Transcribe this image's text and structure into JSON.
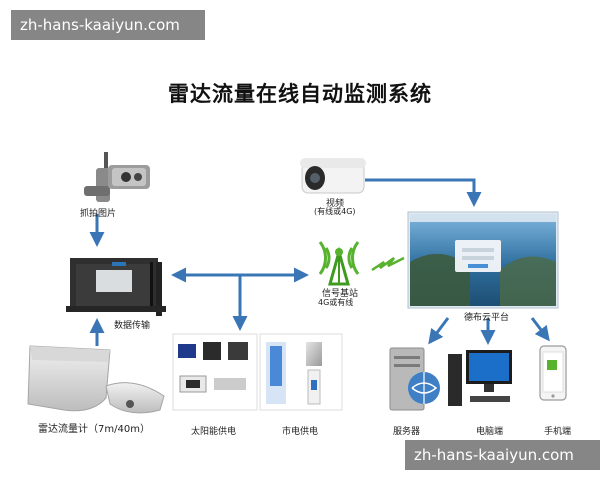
{
  "watermark_top": "zh-hans-kaaiyun.com",
  "watermark_bottom": "zh-hans-kaaiyun.com",
  "title": "雷达流量在线自动监测系统",
  "labels": {
    "capture": "抓拍图片",
    "video": "视频",
    "video_sub": "(有线或4G)",
    "data_transfer": "数据传输",
    "signal": "信号基站",
    "signal_sub": "4G或有线",
    "cloud": "德布云平台",
    "radar": "雷达流量计（7m/40m）",
    "solar": "太阳能供电",
    "mains": "市电供电",
    "server": "服务器",
    "pc": "电脑端",
    "phone": "手机端"
  },
  "colors": {
    "arrow": "#3a76b5",
    "signal": "#57b22e",
    "background": "#ffffff"
  },
  "icons": [
    "capture-camera-icon",
    "video-camera-icon",
    "rtu-device-icon",
    "signal-tower-icon",
    "cloud-platform-screen-icon",
    "radar-sensor-icon",
    "solar-power-kit-icon",
    "mains-power-cabinet-icon",
    "server-icon",
    "desktop-pc-icon",
    "mobile-phone-icon"
  ]
}
